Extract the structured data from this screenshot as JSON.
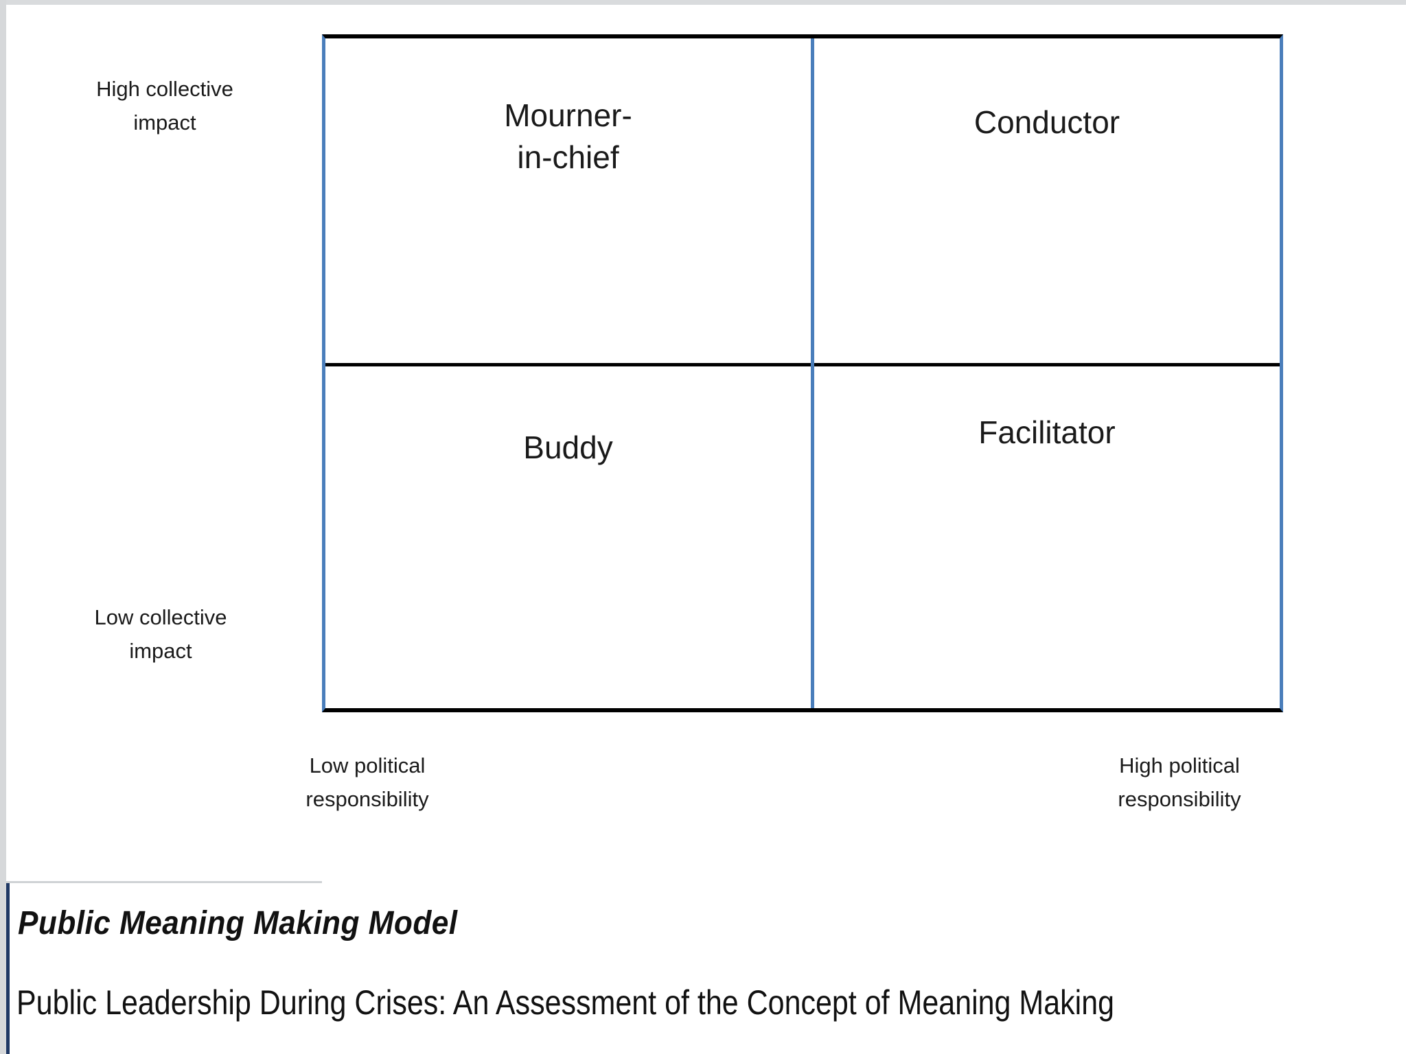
{
  "chart_data": {
    "type": "table",
    "title": "Public Meaning Making Model",
    "subtitle": "Public Leadership During Crises: An Assessment of the Concept of Meaning Making",
    "xlabel": "political responsibility",
    "ylabel": "collective impact",
    "x_axis_low": "Low political\nresponsibility",
    "x_axis_high": "High political\nresponsibility",
    "y_axis_low": "Low collective\nimpact",
    "y_axis_high": "High collective\nimpact",
    "grid": true,
    "legend": "none",
    "quadrants": [
      {
        "id": "top-left",
        "x": "low",
        "y": "high",
        "label": "Mourner-\nin-chief"
      },
      {
        "id": "top-right",
        "x": "high",
        "y": "high",
        "label": "Conductor"
      },
      {
        "id": "bottom-left",
        "x": "low",
        "y": "low",
        "label": "Buddy"
      },
      {
        "id": "bottom-right",
        "x": "high",
        "y": "low",
        "label": "Facilitator"
      }
    ]
  },
  "matrix": {
    "quadrants": {
      "top_left": "Mourner-\nin-chief",
      "top_right": "Conductor",
      "bottom_left": "Buddy",
      "bottom_right": "Facilitator"
    },
    "axes": {
      "y_high": "High collective\nimpact",
      "y_low": "Low collective\nimpact",
      "x_low": "Low political\nresponsibility",
      "x_high": "High political\nresponsibility"
    }
  },
  "caption": {
    "title": "Public Meaning  Making  Model",
    "subtitle": "Public Leadership During Crises: An Assessment of the Concept of Meaning Making"
  },
  "colors": {
    "border_vertical": "#4a7ebb",
    "border_horizontal": "#000000",
    "text": "#1a1a1a",
    "accent_rule": "#1f3864",
    "gutter": "#d6d8da"
  }
}
